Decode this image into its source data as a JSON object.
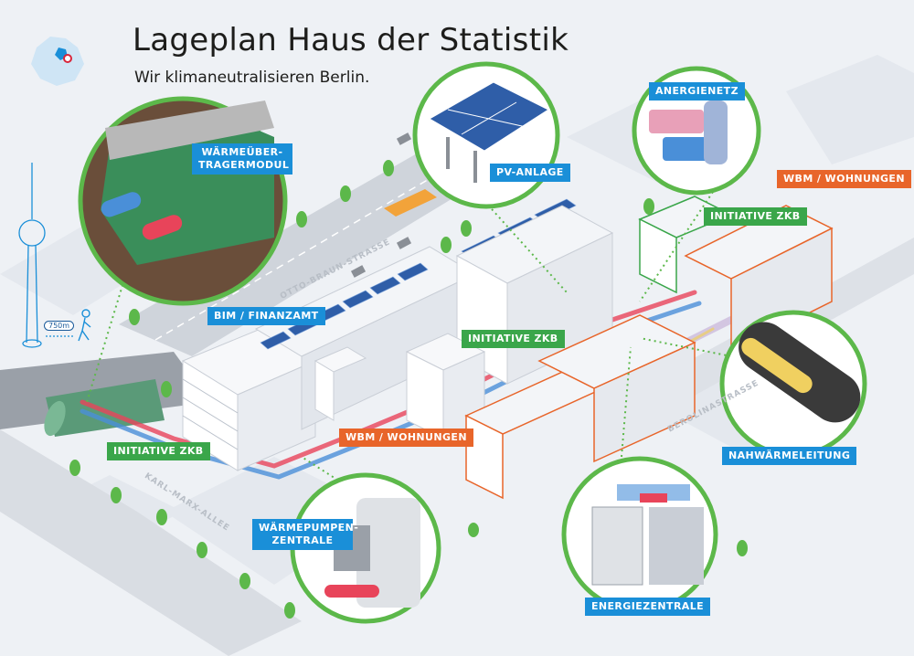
{
  "title": "Lageplan Haus der Statistik",
  "subtitle": "Wir klimaneutralisieren Berlin.",
  "labels": {
    "waermeuebertrager": "WÄRMEÜBER-TRAGERMODUL",
    "pv_anlage": "PV-ANLAGE",
    "anergienetz": "ANERGIENETZ",
    "wbm_top": "WBM / WOHNUNGEN",
    "initiative_zkb_top": "INITIATIVE ZKB",
    "bim_finanzamt": "BIM / FINANZAMT",
    "initiative_zkb_mid": "INITIATIVE ZKB",
    "wbm_mid": "WBM / WOHNUNGEN",
    "initiative_zkb_left": "INITIATIVE ZKB",
    "nahwaermeleitung": "NAHWÄRMELEITUNG",
    "waermepumpenzentrale": "WÄRMEPUMPEN-ZENTRALE",
    "energiezentrale": "ENERGIEZENTRALE"
  },
  "streets": {
    "otto_braun": "OTTO-BRAUN-STRASSE",
    "karl_marx": "KARL-MARX-ALLEE",
    "berolina": "BEROLINASTRASSE"
  },
  "distance": "750m",
  "colors": {
    "blue": "#1a8fd8",
    "green": "#3aa64a",
    "orange": "#e8652a",
    "pipe_red": "#e8445a",
    "pipe_blue": "#4a8fd8",
    "building": "#ffffff",
    "background": "#eef1f5"
  }
}
